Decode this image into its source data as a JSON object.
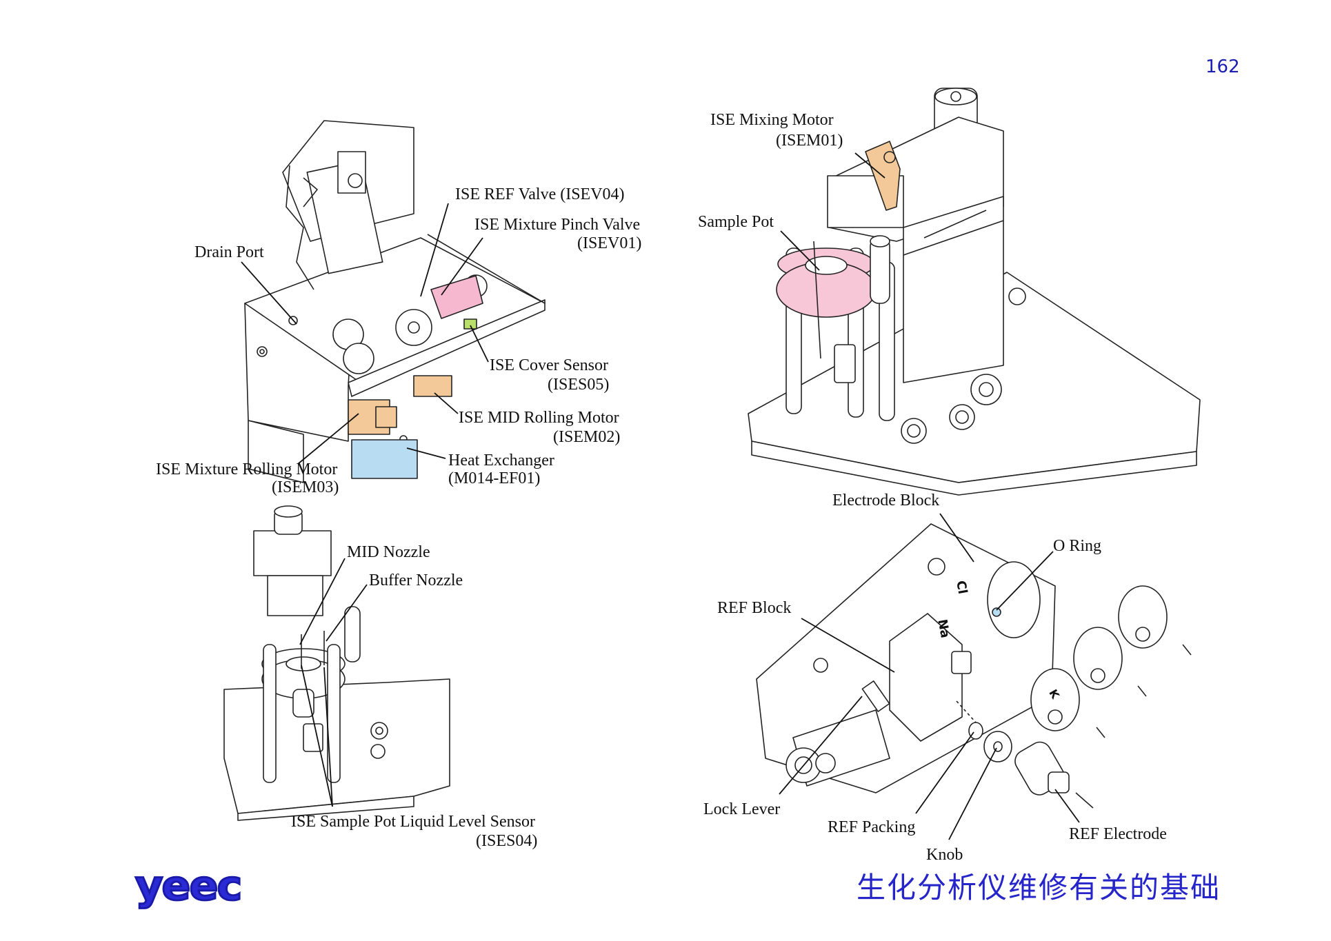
{
  "page_number": "162",
  "labels": {
    "ise_ref_valve": "ISE REF Valve  (ISEV04)",
    "ise_mixture_pinch_valve_1": "ISE Mixture Pinch Valve",
    "ise_mixture_pinch_valve_2": "(ISEV01)",
    "drain_port": "Drain Port",
    "ise_cover_sensor_1": "ISE Cover Sensor",
    "ise_cover_sensor_2": "(ISES05)",
    "ise_mid_rolling_motor_1": "ISE MID Rolling Motor",
    "ise_mid_rolling_motor_2": "(ISEM02)",
    "heat_exchanger_1": "Heat Exchanger",
    "heat_exchanger_2": "(M014-EF01)",
    "ise_mixture_rolling_motor_1": "ISE Mixture Rolling Motor",
    "ise_mixture_rolling_motor_2": "(ISEM03)",
    "ise_mixing_motor_1": "ISE Mixing Motor",
    "ise_mixing_motor_2": "(ISEM01)",
    "sample_pot": "Sample Pot",
    "mid_nozzle": "MID Nozzle",
    "buffer_nozzle": "Buffer Nozzle",
    "ise_sample_pot_level_sensor_1": "ISE Sample Pot Liquid Level Sensor",
    "ise_sample_pot_level_sensor_2": "(ISES04)",
    "electrode_block": "Electrode Block",
    "o_ring": "O Ring",
    "ref_block": "REF Block",
    "lock_lever": "Lock Lever",
    "ref_packing": "REF Packing",
    "knob": "Knob",
    "ref_electrode": "REF Electrode",
    "electrode_cl": "Cl",
    "electrode_na": "Na",
    "electrode_k": "K"
  },
  "footer": {
    "logo": "yeec",
    "title_cn": "生化分析仪维修有关的基础"
  },
  "colors": {
    "orange_motor": "#f3c99a",
    "pink_valve": "#f5b8cf",
    "blue_exchanger": "#b8dcf2",
    "green_sensor": "#b9e06a",
    "brand_blue": "#2525c9"
  }
}
